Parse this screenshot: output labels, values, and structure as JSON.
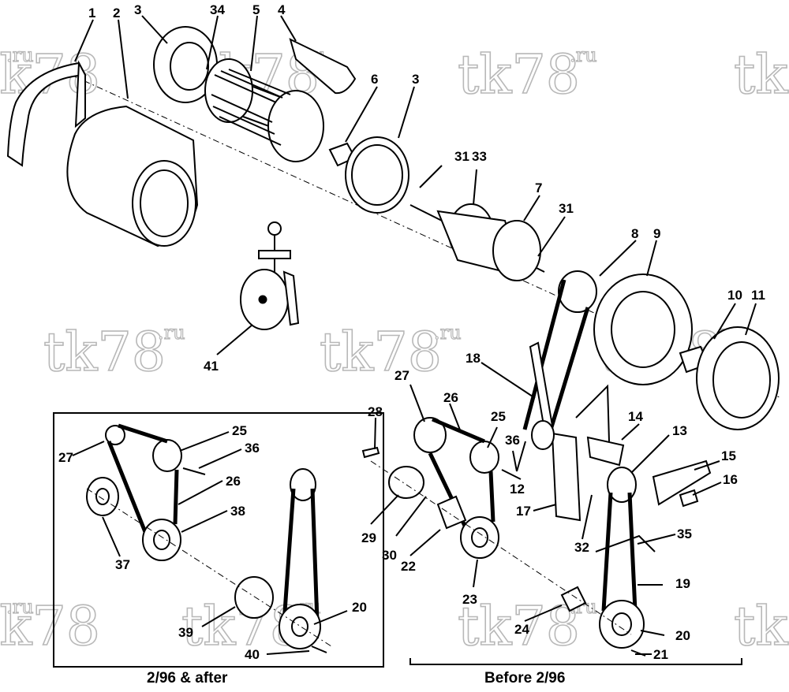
{
  "watermark": {
    "main": "tk78",
    "sup": ".ru"
  },
  "captions": {
    "after": "2/96 & after",
    "before": "Before 2/96"
  },
  "callouts": {
    "c1": "1",
    "c2": "2",
    "c3a": "3",
    "c34": "34",
    "c5": "5",
    "c4": "4",
    "c6": "6",
    "c3b": "3",
    "c31a": "31",
    "c33": "33",
    "c7": "7",
    "c31b": "31",
    "c8": "8",
    "c9": "9",
    "c10": "10",
    "c11": "11",
    "c41": "41",
    "c18": "18",
    "c27a": "27",
    "c26a": "26",
    "c28": "28",
    "c25a": "25",
    "c36a": "36",
    "c14": "14",
    "c13": "13",
    "c15": "15",
    "c16": "16",
    "c12": "12",
    "c17": "17",
    "c29": "29",
    "c30": "30",
    "c22": "22",
    "c32": "32",
    "c35": "35",
    "c19": "19",
    "c23": "23",
    "c24": "24",
    "c20a": "20",
    "c21": "21",
    "c25b": "25",
    "c27b": "27",
    "c36b": "36",
    "c26b": "26",
    "c38": "38",
    "c37": "37",
    "c20b": "20",
    "c39": "39",
    "c40": "40"
  }
}
